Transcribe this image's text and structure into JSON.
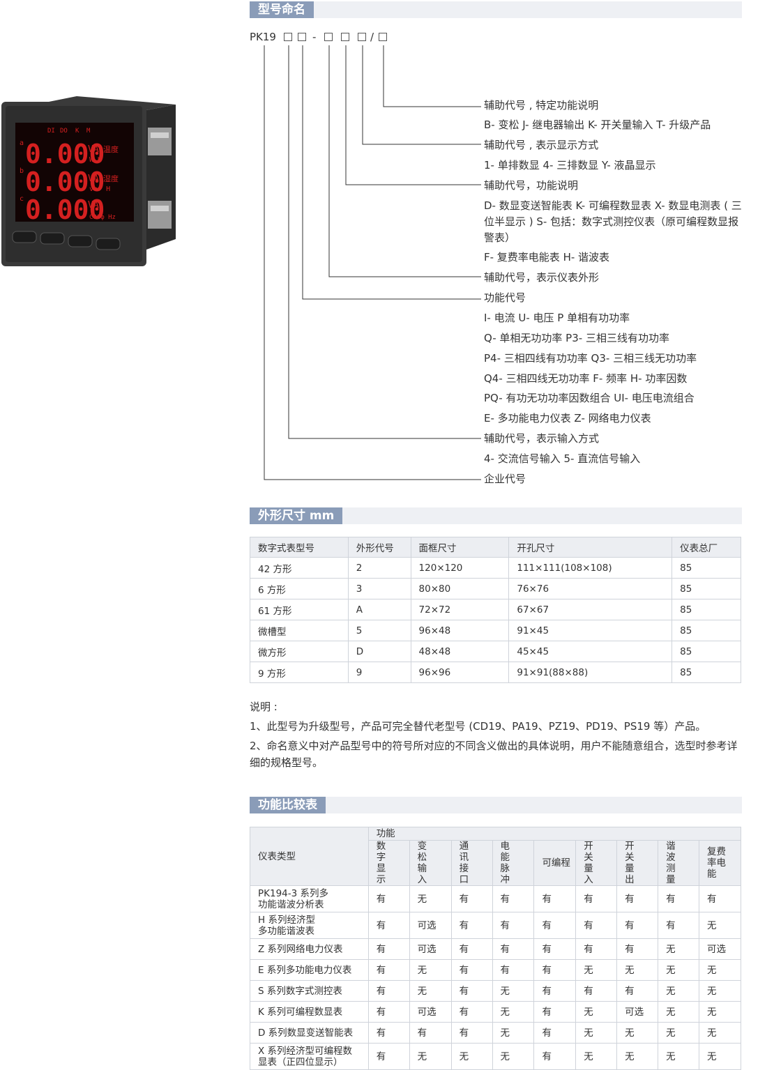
{
  "device_display": {
    "top_labels": [
      "DI",
      "DO",
      "K",
      "M"
    ],
    "rows": [
      {
        "letter": "a",
        "value": "0.000",
        "unit": "VA",
        "extra": "温度",
        "sub": "W  H"
      },
      {
        "letter": "b",
        "value": "0.000",
        "unit": "VA",
        "extra": "湿度",
        "sub": "var  H"
      },
      {
        "letter": "c",
        "value": "0.000",
        "unit": "VA",
        "extra": "",
        "sub": "COSφ  Hz"
      }
    ]
  },
  "naming": {
    "title": "型号命名",
    "prefix": "PK19",
    "dash": "-",
    "slash": "/",
    "labels": [
      "辅助代号 , 特定功能说明",
      "B- 变松 J- 继电器输出 K- 开关量输入 T- 升级产品",
      "辅助代号 , 表示显示方式",
      "1- 单排数显 4- 三排数显 Y- 液晶显示",
      "辅助代号，功能说明",
      "D- 数显变送智能表 K- 可编程数显表 X- 数显电测表 ( 三位半显示 ) S- 包括：数字式测控仪表（原可编程数显报警表）",
      "F- 复费率电能表 H- 谐波表",
      "辅助代号，表示仪表外形",
      "功能代号",
      "I- 电流 U- 电压 P 单相有功功率",
      "Q- 单相无功功率 P3- 三相三线有功功率",
      "P4- 三相四线有功功率 Q3- 三相三线无功功率",
      "Q4- 三相四线无功功率 F- 频率 H- 功率因数",
      "PQ- 有功无功功率因数组合 UI- 电压电流组合",
      "E- 多功能电力仪表 Z- 网络电力仪表",
      "辅助代号，表示输入方式",
      "4- 交流信号输入 5- 直流信号输入",
      "企业代号"
    ]
  },
  "dimensions": {
    "title": "外形尺寸 mm",
    "headers": [
      "数字式表型号",
      "外形代号",
      "面框尺寸",
      "开孔尺寸",
      "仪表总厂"
    ],
    "rows": [
      [
        "42 方形",
        "2",
        "120×120",
        "111×111(108×108)",
        "85"
      ],
      [
        "6 方形",
        "3",
        "80×80",
        "76×76",
        "85"
      ],
      [
        "61 方形",
        "A",
        "72×72",
        "67×67",
        "85"
      ],
      [
        "微槽型",
        "5",
        "96×48",
        "91×45",
        "85"
      ],
      [
        "微方形",
        "D",
        "48×48",
        "45×45",
        "85"
      ],
      [
        "9 方形",
        "9",
        "96×96",
        "91×91(88×88)",
        "85"
      ]
    ]
  },
  "notes": {
    "heading": "说明 :",
    "items": [
      "1、此型号为升级型号，产品可完全替代老型号 (CD19、PA19、PZ19、PD19、PS19 等）产品。",
      "2、命名意义中对产品型号中的符号所对应的不同含义做出的具体说明，用户不能随意组合，选型时参考详细的规格型号。"
    ]
  },
  "comparison": {
    "title": "功能比较表",
    "type_header": "仪表类型",
    "group_header": "功能",
    "columns": [
      "数字显示",
      "变松输入",
      "通讯接口",
      "电能脉冲",
      "可编程",
      "开关量入",
      "开关量出",
      "谐波测量",
      "复费率电能"
    ],
    "rows": [
      {
        "name": "PK194-3 系列多功能谐波分析表",
        "values": [
          "有",
          "无",
          "有",
          "有",
          "有",
          "有",
          "有",
          "有",
          "有"
        ]
      },
      {
        "name": "H 系列经济型多功能谐波表",
        "values": [
          "有",
          "可选",
          "有",
          "有",
          "有",
          "有",
          "有",
          "有",
          "无"
        ]
      },
      {
        "name": "Z 系列网络电力仪表",
        "values": [
          "有",
          "可选",
          "有",
          "有",
          "有",
          "有",
          "有",
          "无",
          "可选"
        ]
      },
      {
        "name": "E 系列多功能电力仪表",
        "values": [
          "有",
          "无",
          "有",
          "有",
          "有",
          "无",
          "无",
          "无",
          "无"
        ]
      },
      {
        "name": "S 系列数字式测控表",
        "values": [
          "有",
          "无",
          "有",
          "无",
          "有",
          "有",
          "有",
          "无",
          "无"
        ]
      },
      {
        "name": "K 系列可编程数显表",
        "values": [
          "有",
          "可选",
          "有",
          "无",
          "有",
          "无",
          "可选",
          "无",
          "无"
        ]
      },
      {
        "name": "D 系列数显变送智能表",
        "values": [
          "有",
          "有",
          "有",
          "无",
          "有",
          "无",
          "无",
          "无",
          "无"
        ]
      },
      {
        "name": "X 系列经济型可编程数显表（正四位显示）",
        "values": [
          "有",
          "无",
          "无",
          "无",
          "有",
          "无",
          "无",
          "无",
          "无"
        ]
      }
    ]
  }
}
